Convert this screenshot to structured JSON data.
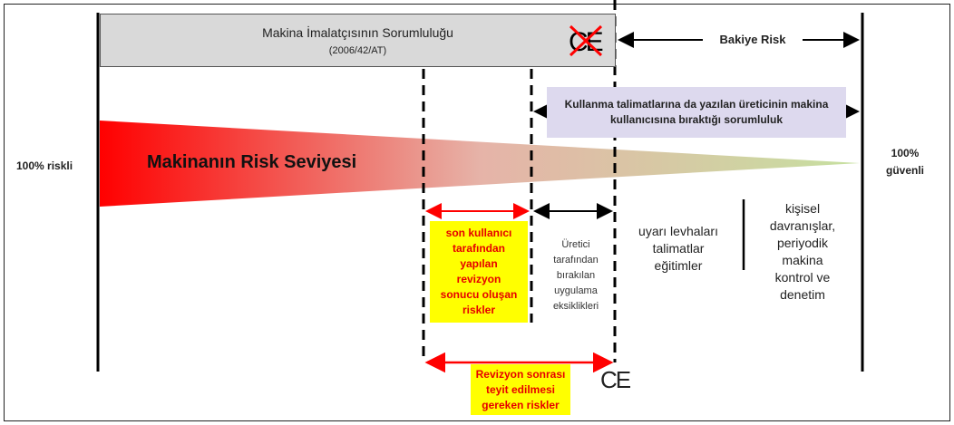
{
  "manufacturer_box": {
    "title": "Makina İmalatçısının Sorumluluğu",
    "subtitle": "(2006/42/AT)"
  },
  "residual_risk_label": "Bakiye Risk",
  "user_responsibility_box": "Kullanma talimatlarına da yazılan üreticinin makina kullanıcısına bıraktığı sorumluluk",
  "left_end_label": "100% riskli",
  "right_end_label": [
    "100%",
    "güvenli"
  ],
  "wedge_label": "Makinanın Risk Seviyesi",
  "end_user_revision_risks": [
    "son kullanıcı",
    "tarafından",
    "yapılan",
    "revizyon",
    "sonucu oluşan",
    "riskler"
  ],
  "manufacturer_gaps": [
    "Üretici",
    "tarafından",
    "bırakılan",
    "uygulama",
    "eksiklikleri"
  ],
  "warnings": [
    "uyarı levhaları",
    "talimatlar",
    "eğitimler"
  ],
  "personal": [
    "kişisel",
    "davranışlar,",
    "periyodik",
    "makina",
    "kontrol ve",
    "denetim"
  ],
  "post_revision_risks": [
    "Revizyon sonrası",
    "teyit edilmesi",
    "gereken riskler"
  ],
  "ce_mark": "CE",
  "colors": {
    "wedge_start": "#ff0000",
    "wedge_mid": "#e6b3a8",
    "wedge_end": "#c6e0a0",
    "manufacturer_fill": "#d9d9d9",
    "user_box_fill": "#ddd9ee",
    "highlight_fill": "#ffff00",
    "highlight_text": "#e60000",
    "arrow_red": "#ff0000"
  }
}
